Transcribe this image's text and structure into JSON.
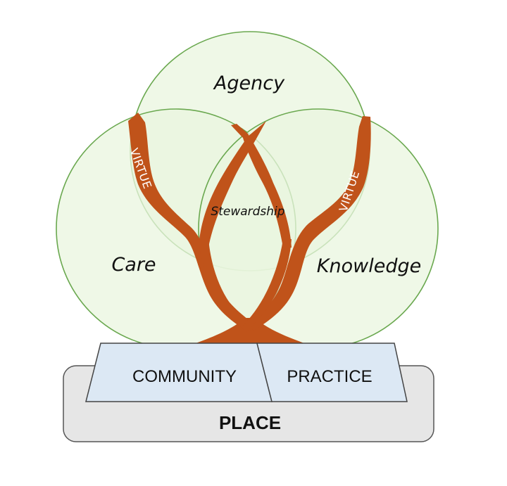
{
  "circles": {
    "top": "Agency",
    "left": "Care",
    "right": "Knowledge"
  },
  "center": "Stewardship",
  "branches": {
    "left": "VIRTUE",
    "right": "VIRTUE"
  },
  "foundation": {
    "left_box": "COMMUNITY",
    "right_box": "PRACTICE",
    "base": "PLACE"
  },
  "colors": {
    "circle_fill": "#e9f5df",
    "circle_stroke": "#6aa84f",
    "tree": "#c0531a",
    "box_fill": "#dce8f4",
    "base_fill": "#e6e6e6"
  }
}
